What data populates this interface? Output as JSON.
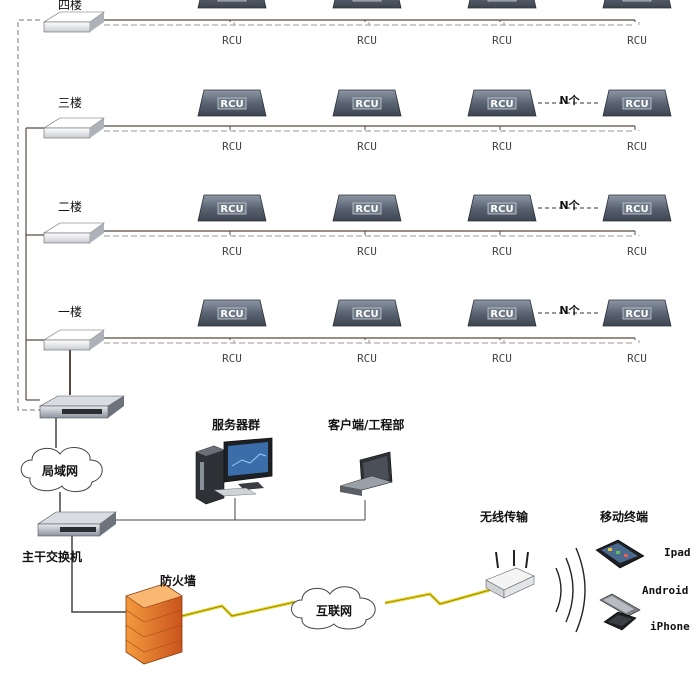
{
  "floors": [
    {
      "name": "四楼",
      "rcu_top": [
        "RCU",
        "RCU",
        "RCU",
        "RCU"
      ],
      "rcu_bottom": [
        "RCU",
        "RCU",
        "RCU",
        "RCU"
      ],
      "n_label": ""
    },
    {
      "name": "三楼",
      "rcu_top": [
        "RCU",
        "RCU",
        "RCU",
        "RCU"
      ],
      "rcu_bottom": [
        "RCU",
        "RCU",
        "RCU",
        "RCU"
      ],
      "n_label": "N个"
    },
    {
      "name": "二楼",
      "rcu_top": [
        "RCU",
        "RCU",
        "RCU",
        "RCU"
      ],
      "rcu_bottom": [
        "RCU",
        "RCU",
        "RCU",
        "RCU"
      ],
      "n_label": "N个"
    },
    {
      "name": "一楼",
      "rcu_top": [
        "RCU",
        "RCU",
        "RCU",
        "RCU"
      ],
      "rcu_bottom": [
        "RCU",
        "RCU",
        "RCU",
        "RCU"
      ],
      "n_label": "N个"
    }
  ],
  "network": {
    "lan": "局域网",
    "server_group": "服务器群",
    "client": "客户端/工程部",
    "core_switch": "主干交换机",
    "firewall": "防火墙",
    "internet": "互联网",
    "wireless": "无线传输",
    "mobile": "移动终端"
  },
  "devices": [
    "Ipad",
    "Android",
    "iPhone"
  ],
  "colors": {
    "rcu_body": "#5a6472",
    "lightning": "#e5d21a",
    "firewall": "#e8742a",
    "wire": "#5b4a42"
  }
}
